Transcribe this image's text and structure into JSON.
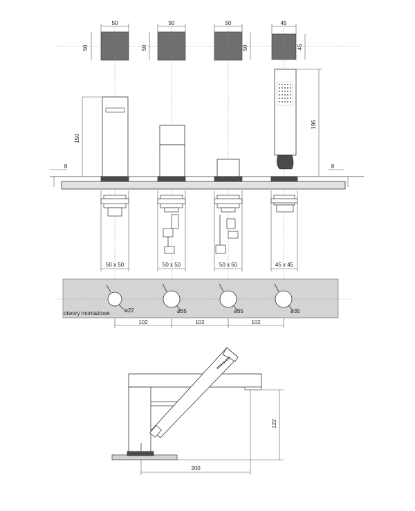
{
  "top_dims": [
    {
      "width": "50",
      "height": "50"
    },
    {
      "width": "50",
      "height": "50"
    },
    {
      "width": "50",
      "height": "50"
    },
    {
      "width": "45",
      "height": "45"
    }
  ],
  "front_dims": {
    "spout_height": "150",
    "shower_height": "196",
    "deck_left": "8",
    "deck_right": "8"
  },
  "base_labels": [
    "50 x 50",
    "50 x 50",
    "50 x 50",
    "45 x 45"
  ],
  "holes": {
    "label": "otwory montażowe",
    "diameters": [
      "ø22",
      "ø35",
      "ø35",
      "ø35"
    ],
    "spacings": [
      "102",
      "102",
      "102"
    ]
  },
  "side_dims": {
    "height": "122",
    "length": "200"
  }
}
